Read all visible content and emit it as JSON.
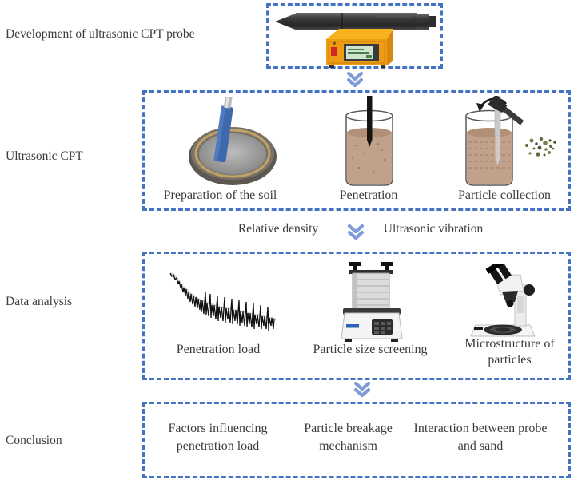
{
  "colors": {
    "box_border_blue": "#4472c4",
    "arrow_blue": "#7f9bd8",
    "text_gray": "#3c3c3c",
    "generator_yellow": "#ef9c15",
    "soil_tan": "#c1a189",
    "rod_blue": "#3f69ad"
  },
  "stages": {
    "probe_dev": "Development of ultrasonic CPT probe",
    "ultrasonic_cpt": "Ultrasonic CPT",
    "data_analysis": "Data analysis",
    "conclusion": "Conclusion"
  },
  "probe_box": {
    "icons": [
      "cpt-probe-icon",
      "ultrasonic-generator-icon"
    ]
  },
  "cpt_box": {
    "captions": [
      "Preparation of the soil",
      "Penetration",
      "Particle collection"
    ],
    "icons": [
      "soil-pan-icon",
      "penetration-beaker-icon",
      "particle-collection-icon"
    ]
  },
  "connector": {
    "left_label": "Relative density",
    "right_label": "Ultrasonic vibration"
  },
  "analysis_box": {
    "captions": [
      "Penetration load",
      "Particle size screening",
      "Microstructure of particles"
    ],
    "icons": [
      "load-trace-icon",
      "sieve-shaker-icon",
      "microscope-icon"
    ]
  },
  "conclusion_box": {
    "items": [
      "Factors influencing penetration load",
      "Particle breakage mechanism",
      "Interaction between probe and sand"
    ]
  }
}
